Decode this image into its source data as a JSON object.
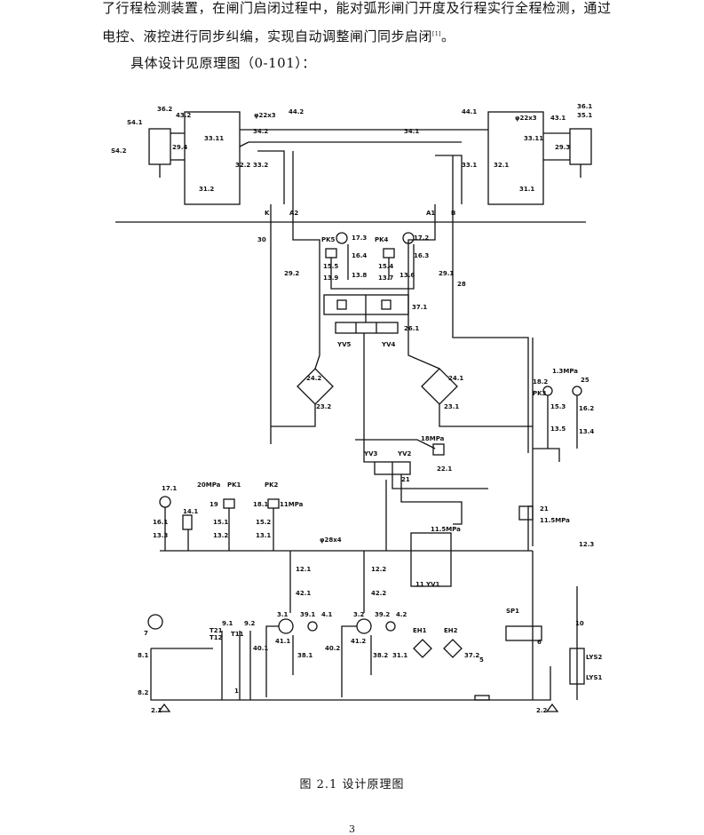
{
  "document": {
    "para1": "了行程检测装置，在闸门启闭过程中，能对弧形闸门开度及行程实行全程检测，通过",
    "para2a": "电控、液控进行同步纠编，实现自动调整闸门同步启闭",
    "para2_ref": "[1]",
    "para2b": "。",
    "para3": "具体设计见原理图（0-101）：",
    "caption": "图 2.1  设计原理图",
    "page_number": "3"
  },
  "diagram_labels": {
    "l_36_2": "36.2",
    "l_43_2": "43.2",
    "l_44_2": "44.2",
    "l_44_1": "44.1",
    "l_43_1": "43.1",
    "l_36_1": "36.1",
    "l_35_1": "35.1",
    "l_34_2": "34.2",
    "l_34_1": "34.1",
    "l_phi22_3a": "φ22x3",
    "l_phi22_3b": "φ22x3",
    "l_s4_1": "S4.1",
    "l_s4_2": "S4.2",
    "l_29_4": "29.4",
    "l_29_3": "29.3",
    "l_33_11a": "33.11",
    "l_33_11b": "33.11",
    "l_32_2": "32.2",
    "l_32_1": "32.1",
    "l_33_2": "33.2",
    "l_33_1": "33.1",
    "l_31_2": "31.2",
    "l_31_1": "31.1",
    "l_k": "K",
    "l_a2": "A2",
    "l_a1": "A1",
    "l_b": "B",
    "l_30": "30",
    "l_pk5": "PK5",
    "l_pk4": "PK4",
    "l_17_3": "17.3",
    "l_17_2": "17.2",
    "l_16_4": "16.4",
    "l_16_3": "16.3",
    "l_15_5": "15.5",
    "l_15_4": "15.4",
    "l_13_9": "13.9",
    "l_13_8": "13.8",
    "l_13_7": "13.7",
    "l_13_6": "13.6",
    "l_29_2": "29.2",
    "l_29_1": "29.1",
    "l_28": "28",
    "l_37_1": "37.1",
    "l_26_1": "26.1",
    "l_yv5": "YV5",
    "l_yv4": "YV4",
    "l_24_2": "24.2",
    "l_24_1": "24.1",
    "l_23_2": "23.2",
    "l_23_1": "23.1",
    "l_18_2": "18.2",
    "l_25": "25",
    "l_1_3mpa": "1.3MPa",
    "l_pk3": "PK3",
    "l_15_3": "15.3",
    "l_16_2": "16.2",
    "l_13_5": "13.5",
    "l_13_4": "13.4",
    "l_yv3": "YV3",
    "l_yv2": "YV2",
    "l_18mpa": "18MPa",
    "l_22_1": "22.1",
    "l_21a": "21",
    "l_21b": "21",
    "l_17_1": "17.1",
    "l_20mpa": "20MPa",
    "l_pk1": "PK1",
    "l_pk2": "PK2",
    "l_19": "19",
    "l_18_1": "18.1",
    "l_11mpa": "11MPa",
    "l_16_1": "16.1",
    "l_14_1": "14.1",
    "l_15_1": "15.1",
    "l_15_2": "15.2",
    "l_13_3": "13.3",
    "l_13_2": "13.2",
    "l_13_1": "13.1",
    "l_phi28_4": "φ28x4",
    "l_11_5mpa_a": "11.5MPa",
    "l_11_5mpa_b": "11.5MPa",
    "l_11": "11",
    "l_yv1": "YV1",
    "l_12_3": "12.3",
    "l_12_1": "12.1",
    "l_12_2": "12.2",
    "l_42_1": "42.1",
    "l_42_2": "42.2",
    "l_3_1": "3.1",
    "l_3_2": "3.2",
    "l_39_1": "39.1",
    "l_39_2": "39.2",
    "l_4_1": "4.1",
    "l_4_2": "4.2",
    "l_41_1": "41.1",
    "l_41_2": "41.2",
    "l_40_1": "40.1",
    "l_40_2": "40.2",
    "l_38_1": "38.1",
    "l_38_2": "38.2",
    "l_e1": "EH1",
    "l_e2": "EH2",
    "l_31_1b": "31.1",
    "l_37_2": "37.2",
    "l_5": "5",
    "l_sp1": "SP1",
    "l_6": "6",
    "l_7": "7",
    "l_8_1": "8.1",
    "l_8_2": "8.2",
    "l_9_1": "9.1",
    "l_9_2": "9.2",
    "l_t21": "T21",
    "l_t12": "T12",
    "l_t11": "T11",
    "l_1": "1",
    "l_10": "10",
    "l_lys1": "LYS1",
    "l_lys2": "LYS2",
    "l_2_1": "2.1",
    "l_2_2": "2.2"
  }
}
